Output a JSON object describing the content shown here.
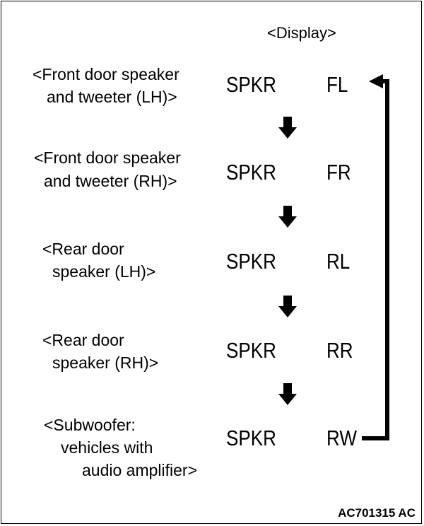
{
  "header": {
    "display_label": "<Display>"
  },
  "rows": [
    {
      "label_line1": "<Front door speaker",
      "label_line2": "and tweeter (LH)>",
      "label_line3": "",
      "code": "SPKR",
      "channel": "FL"
    },
    {
      "label_line1": "<Front door speaker",
      "label_line2": "and tweeter (RH)>",
      "label_line3": "",
      "code": "SPKR",
      "channel": "FR"
    },
    {
      "label_line1": "<Rear door",
      "label_line2": "speaker (LH)>",
      "label_line3": "",
      "code": "SPKR",
      "channel": "RL"
    },
    {
      "label_line1": "<Rear door",
      "label_line2": "speaker (RH)>",
      "label_line3": "",
      "code": "SPKR",
      "channel": "RR"
    },
    {
      "label_line1": "<Subwoofer:",
      "label_line2": "vehicles with",
      "label_line3": "audio amplifier>",
      "code": "SPKR",
      "channel": "RW"
    }
  ],
  "figure_code": "AC701315 AC",
  "colors": {
    "ink": "#000000",
    "background": "#ffffff"
  }
}
